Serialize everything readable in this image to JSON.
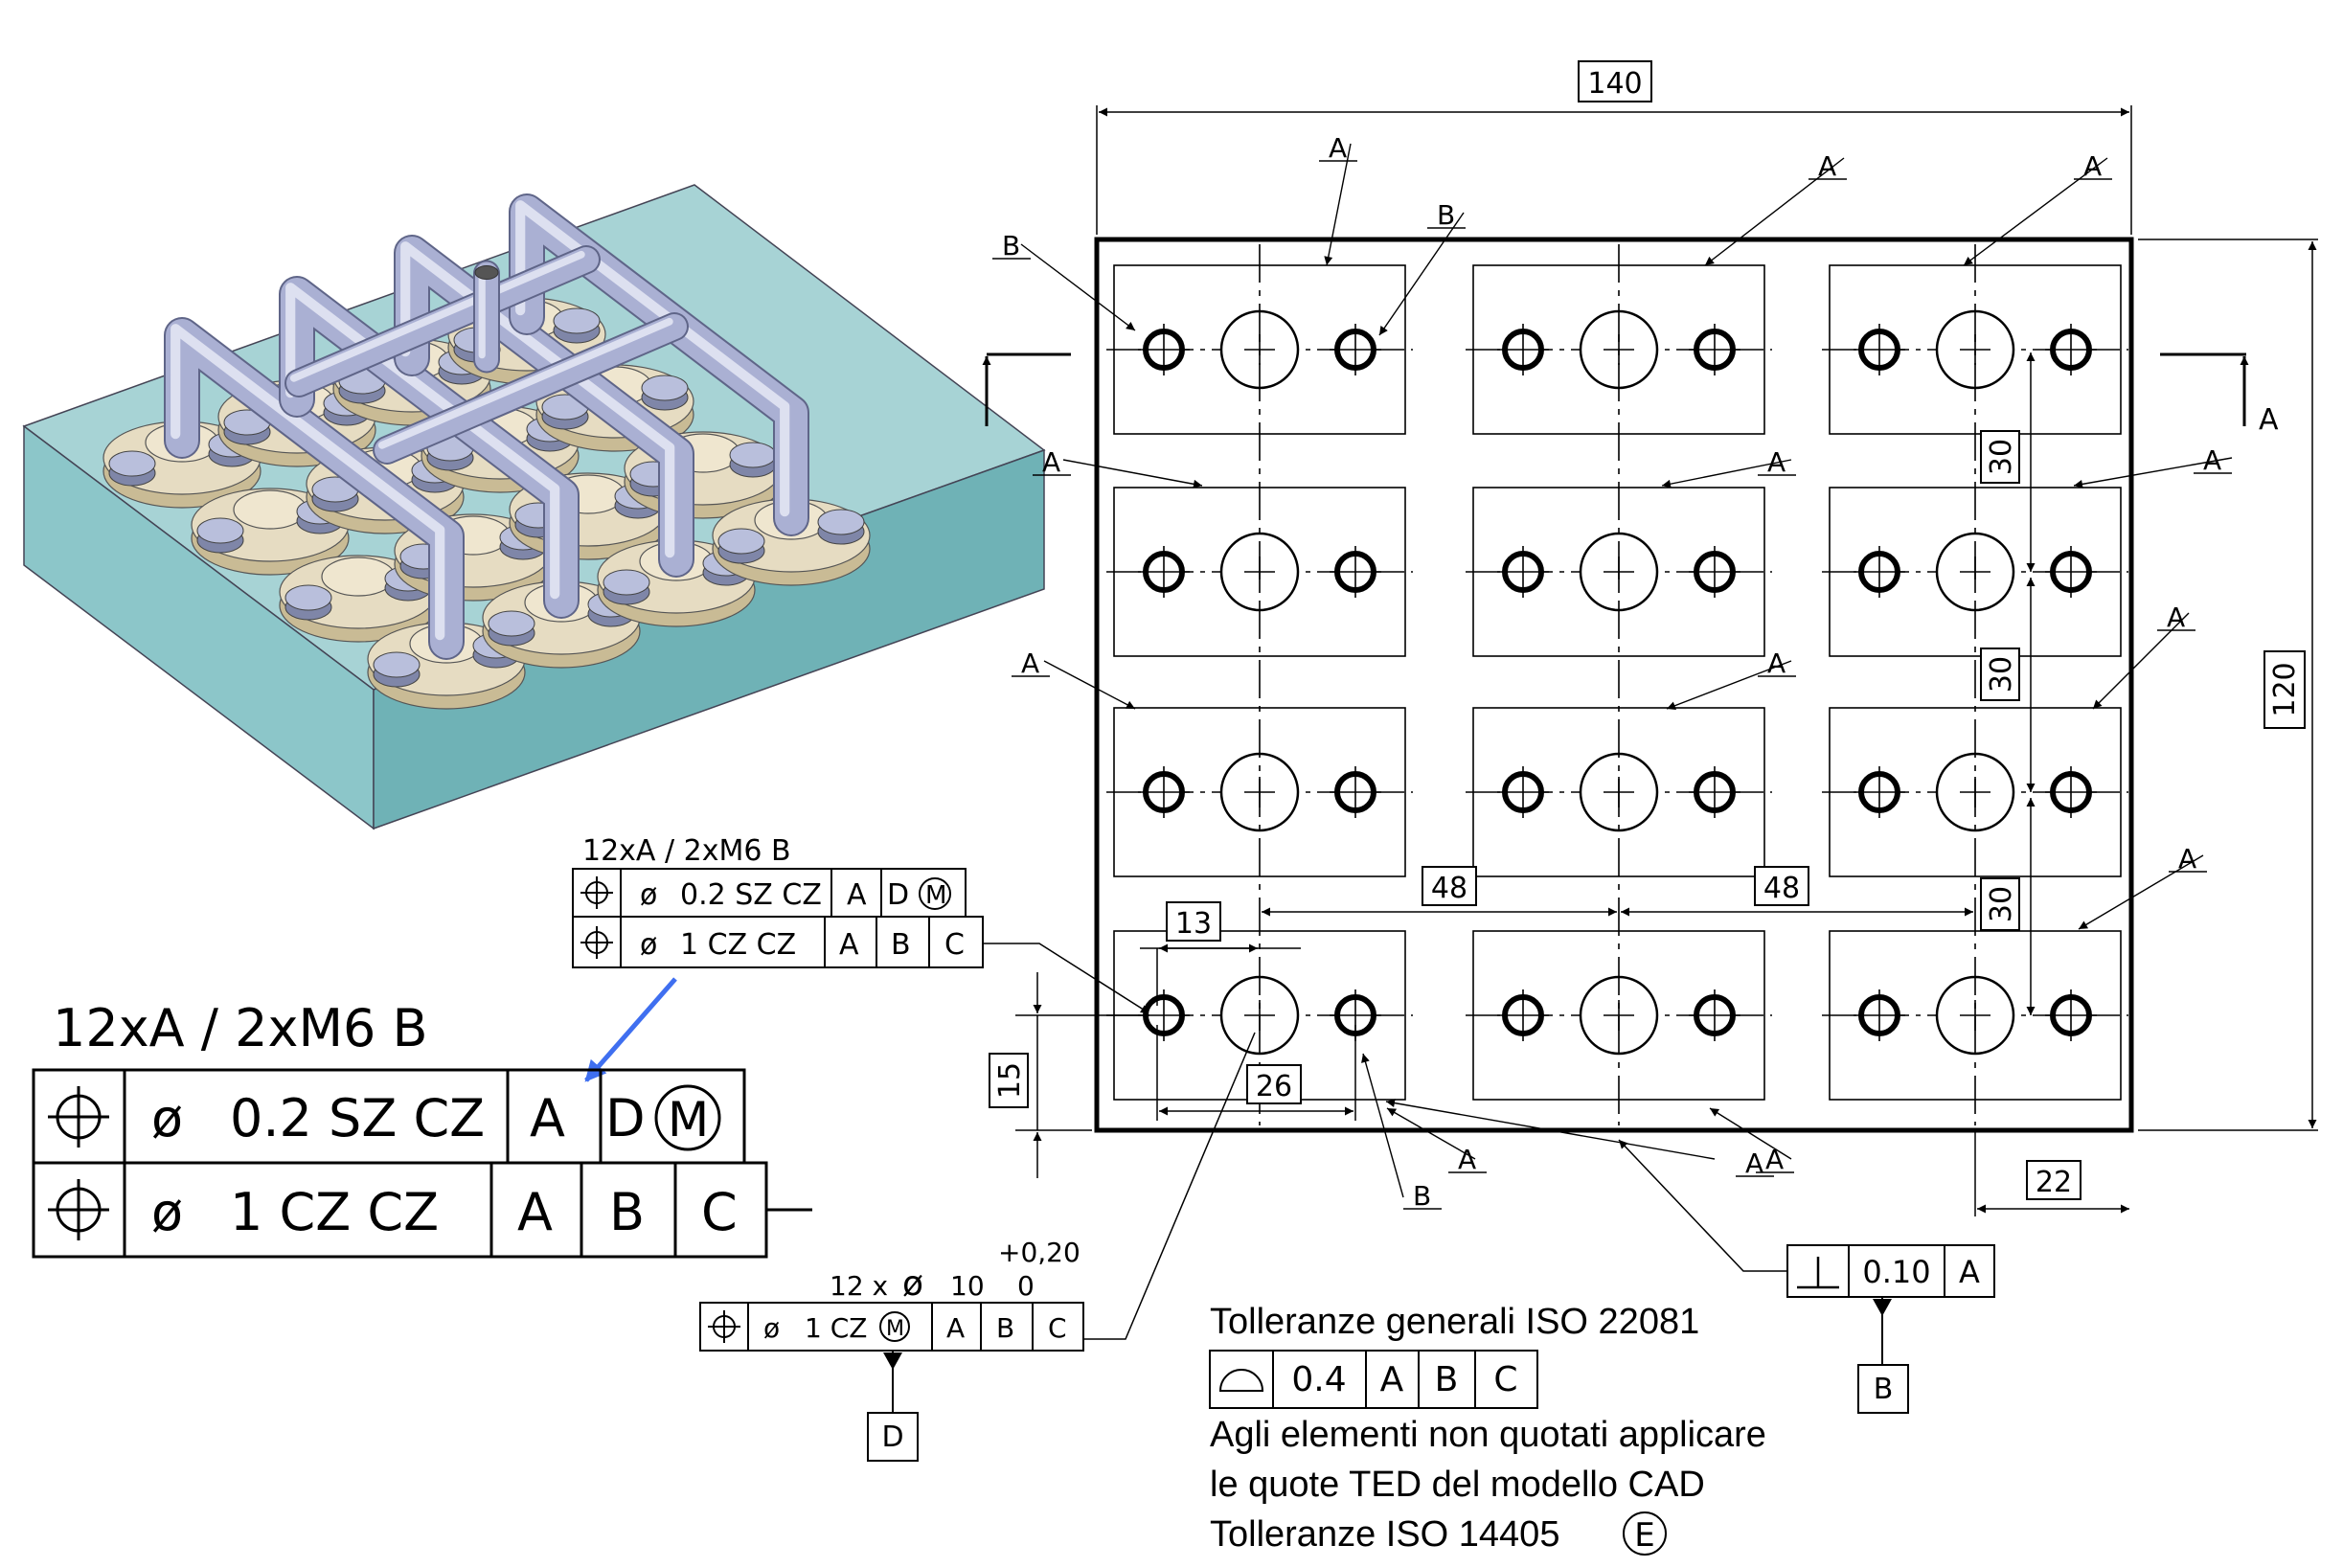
{
  "dimensions": {
    "width_total": "140",
    "height_total": "120",
    "pitch_y": [
      "30",
      "30",
      "30"
    ],
    "pitch_x": [
      "48",
      "48"
    ],
    "hole_offset": "13",
    "hole_span": "26",
    "edge_x": "22",
    "edge_y": "15"
  },
  "labels": {
    "datum_a": "A",
    "datum_b": "B",
    "section_arrow_label": "A"
  },
  "fcf_small": {
    "title": "12xA / 2xM6 B",
    "row1": {
      "tol": "0.2 SZ CZ",
      "ref": "A",
      "mod_letter": "D",
      "mod_circle": "M"
    },
    "row2": {
      "tol": "1  CZ CZ",
      "refs": [
        "A",
        "B",
        "C"
      ]
    }
  },
  "fcf_big": {
    "title": "12xA / 2xM6 B",
    "row1": {
      "tol": "0.2 SZ CZ",
      "ref": "A",
      "mod_letter": "D",
      "mod_circle": "M"
    },
    "row2": {
      "tol": "1  CZ CZ",
      "refs": [
        "A",
        "B",
        "C"
      ]
    }
  },
  "hole_callout": {
    "upper_tol": "+0,20",
    "lower_tol": "0",
    "size": "12 x",
    "nominal": "10",
    "fcf_tol": "1 CZ",
    "mod_circle": "M",
    "refs": [
      "A",
      "B",
      "C"
    ],
    "datum": "D"
  },
  "perp_callout": {
    "symbol": "⊥",
    "tol": "0.10",
    "ref": "A",
    "datum": "B"
  },
  "notes": {
    "line1": "Tolleranze generali ISO 22081",
    "profile_tol": "0.4",
    "profile_refs": [
      "A",
      "B",
      "C"
    ],
    "line2": "Agli elementi non quotati applicare",
    "line3": "le quote TED del modello CAD",
    "line4": "Tolleranze ISO 14405",
    "envelope": "E"
  },
  "colors": {
    "plate_top": "#a7d3d5",
    "plate_side": "#7fbcc0",
    "clamp": "#e6dcc2",
    "pipe": "#aab0d3",
    "arrow_blue": "#3f6ff0"
  }
}
